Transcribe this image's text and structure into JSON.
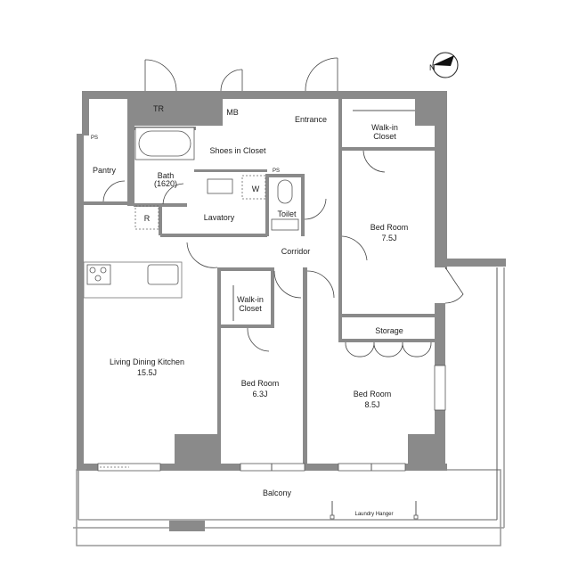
{
  "floorplan": {
    "compass": {
      "label": "N",
      "icon": "north-arrow-icon"
    },
    "colors": {
      "wall": "#8a8a8a",
      "line": "#555555",
      "background": "#ffffff"
    },
    "rooms": {
      "tr": {
        "name": "TR"
      },
      "mb": {
        "name": "MB"
      },
      "entrance": {
        "name": "Entrance"
      },
      "walkin_closet_top": {
        "name_line1": "Walk-in",
        "name_line2": "Closet"
      },
      "ps_left": {
        "name": "PS"
      },
      "pantry": {
        "name": "Pantry"
      },
      "bath": {
        "name": "Bath",
        "size": "(1620)"
      },
      "shoes_closet": {
        "name": "Shoes in Closet"
      },
      "ps_toilet": {
        "name": "PS"
      },
      "washer": {
        "name": "W"
      },
      "toilet": {
        "name": "Toilet"
      },
      "lavatory": {
        "name": "Lavatory"
      },
      "fridge": {
        "name": "R"
      },
      "corridor": {
        "name": "Corridor"
      },
      "bedroom_75": {
        "name": "Bed Room",
        "size": "7.5J"
      },
      "walkin_closet_mid": {
        "name_line1": "Walk-in",
        "name_line2": "Closet"
      },
      "storage": {
        "name": "Storage"
      },
      "ldk": {
        "name": "Living Dining Kitchen",
        "size": "15.5J"
      },
      "bedroom_63": {
        "name": "Bed Room",
        "size": "6.3J"
      },
      "bedroom_85": {
        "name": "Bed Room",
        "size": "8.5J"
      },
      "balcony": {
        "name": "Balcony"
      },
      "laundry": {
        "name": "Laundry Hanger"
      }
    }
  }
}
